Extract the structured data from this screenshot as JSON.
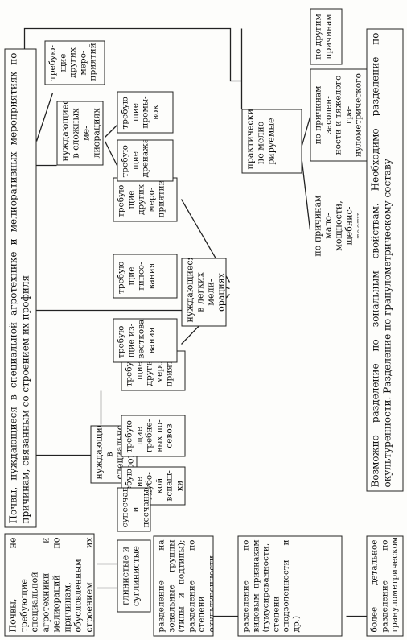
{
  "diagram": {
    "root": "Почвы, нуждающиеся в специальной агротехнике и мелиоративных мероприятиях по причинам, связанным со строением их профиля",
    "footer": "Возможно разделение по зональным свойствам. Необходимо разделение по окультуренности. Разделение по гранулометрическому составу",
    "agro": {
      "label": "нуждающиеся\nв специальной\nагротехнике",
      "children": [
        "требую-\nщие\nглубо-\nкой\nвспаш-\nки",
        "требую-\nщие\nгребне-\nвых по-\nсевов",
        "требую-\nщие\nдругих\nмеро-\nприятий"
      ]
    },
    "light": {
      "label": "нуждающиеся\nв легких мели-\nорациях",
      "children": [
        "требую-\nщие из-\nвесткова-\nвания",
        "требую-\nщие\nгипсо-\nвания",
        "требую-\nщие\nдругих\nмеро-\nприятий"
      ]
    },
    "complex": {
      "label": "нуждающиеся\nв сложных ме-\nлиорациях",
      "children": [
        "требую-\nщие\nдренажа",
        "требую-\nщие\nпромы-\nвок",
        "требую-\nщие\nдругих\nмеро-\nприятий"
      ]
    },
    "nonmelio": {
      "label": "практически не мелио-\nрируемые",
      "children": [
        "по причинам мало-\nмощности, щебнис-\nтости",
        "по причинам засолен-\nности и тяжелого гра-\nнулометрического со-\nстава",
        "по другим\nпричинам"
      ]
    },
    "left": {
      "title": "Почвы, не требующие специальной агротехники и мелиораций по причинам, обусловленным строением их профиля",
      "clay": "глинистые и\nсуглинистые",
      "sand": "супесчаные\nи песчаные",
      "zonal": "разделение на зональные группы (типы и подтипы); разделение по степени окультуренности",
      "species": "разделение по видовым признакам (гумусированности, степени оподзоленности и др.)",
      "granulo": "более детальное разделение по гранулометрическому составу"
    }
  }
}
